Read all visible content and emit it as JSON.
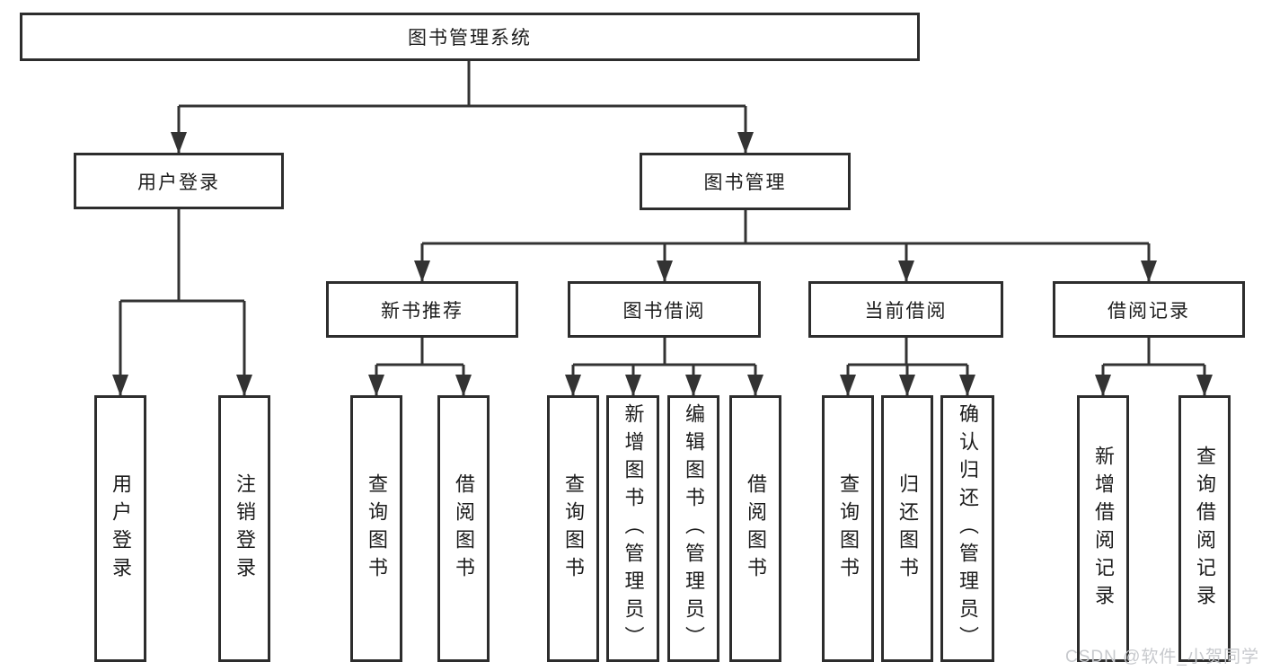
{
  "tree": {
    "root": "图书管理系统",
    "children": [
      {
        "label": "用户登录",
        "children": [
          {
            "label": "用户登录"
          },
          {
            "label": "注销登录"
          }
        ]
      },
      {
        "label": "图书管理",
        "children": [
          {
            "label": "新书推荐",
            "children": [
              {
                "label": "查询图书"
              },
              {
                "label": "借阅图书"
              }
            ]
          },
          {
            "label": "图书借阅",
            "children": [
              {
                "label": "查询图书"
              },
              {
                "label": "新增图书（管理员）"
              },
              {
                "label": "编辑图书（管理员）"
              },
              {
                "label": "借阅图书"
              }
            ]
          },
          {
            "label": "当前借阅",
            "children": [
              {
                "label": "查询图书"
              },
              {
                "label": "归还图书"
              },
              {
                "label": "确认归还（管理员）"
              }
            ]
          },
          {
            "label": "借阅记录",
            "children": [
              {
                "label": "新增借阅记录"
              },
              {
                "label": "查询借阅记录"
              }
            ]
          }
        ]
      }
    ]
  },
  "watermark": {
    "text": "CSDN @软件_小贺同学"
  },
  "colors": {
    "line": "#333333",
    "box_border": "#2d2d2d",
    "text": "#1c1c1c",
    "watermark_text": "#c7c9cd",
    "background": "#ffffff"
  }
}
